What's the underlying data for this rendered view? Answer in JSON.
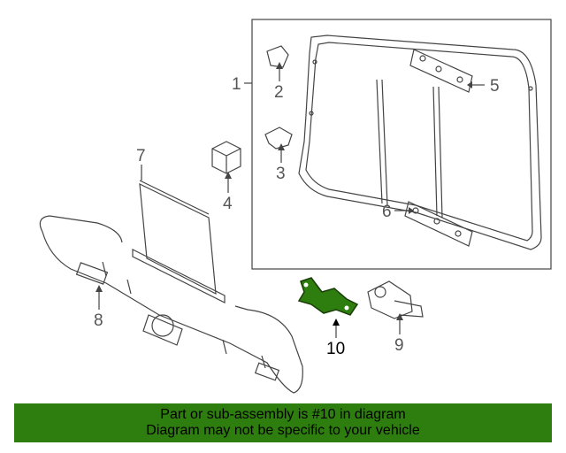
{
  "diagram": {
    "callouts": {
      "c1": "1",
      "c2": "2",
      "c3": "3",
      "c4": "4",
      "c5": "5",
      "c6": "6",
      "c7": "7",
      "c8": "8",
      "c9": "9",
      "c10": "10"
    },
    "highlight_part": "10",
    "highlight_color": "#2e7d0f",
    "line_color": "#444444"
  },
  "banner": {
    "line1": "Part or sub-assembly is #10 in diagram",
    "line2": "Diagram may not be specific to your vehicle",
    "background": "#2e7d0f"
  }
}
